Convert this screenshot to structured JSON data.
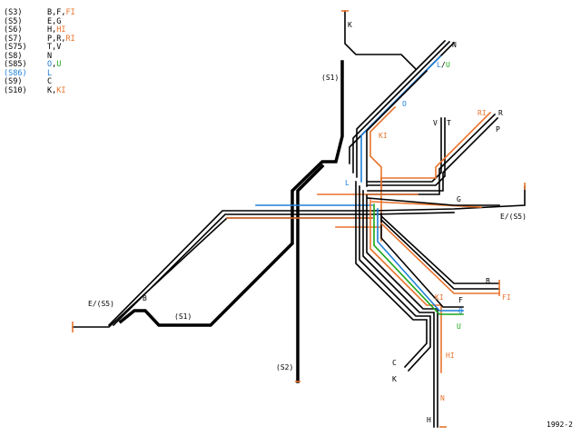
{
  "colors": {
    "black": "#000000",
    "orange": "#e8742d",
    "blue": "#1e7fd7",
    "green": "#19a619"
  },
  "legend": [
    {
      "line": "(S3)",
      "parts": [
        {
          "t": "B",
          "c": "black"
        },
        {
          "t": ",",
          "c": "black"
        },
        {
          "t": "F",
          "c": "black"
        },
        {
          "t": ",",
          "c": "black"
        },
        {
          "t": "FI",
          "c": "orange"
        }
      ]
    },
    {
      "line": "(S5)",
      "parts": [
        {
          "t": "E",
          "c": "black"
        },
        {
          "t": ",",
          "c": "black"
        },
        {
          "t": "G",
          "c": "black"
        }
      ]
    },
    {
      "line": "(S6)",
      "parts": [
        {
          "t": "H",
          "c": "black"
        },
        {
          "t": ",",
          "c": "black"
        },
        {
          "t": "HI",
          "c": "orange"
        }
      ]
    },
    {
      "line": "(S7)",
      "parts": [
        {
          "t": "P",
          "c": "black"
        },
        {
          "t": ",",
          "c": "black"
        },
        {
          "t": "R",
          "c": "black"
        },
        {
          "t": ",",
          "c": "black"
        },
        {
          "t": "RI",
          "c": "orange"
        }
      ]
    },
    {
      "line": "(S75)",
      "parts": [
        {
          "t": "T",
          "c": "black"
        },
        {
          "t": ",",
          "c": "black"
        },
        {
          "t": "V",
          "c": "black"
        }
      ]
    },
    {
      "line": "(S8)",
      "parts": [
        {
          "t": "N",
          "c": "black"
        }
      ]
    },
    {
      "line": "(S85)",
      "parts": [
        {
          "t": "O",
          "c": "blue"
        },
        {
          "t": ",",
          "c": "black"
        },
        {
          "t": "U",
          "c": "green"
        }
      ]
    },
    {
      "line": "(S86)",
      "lineColor": "blue",
      "parts": [
        {
          "t": "L",
          "c": "blue"
        }
      ]
    },
    {
      "line": "(S9)",
      "parts": [
        {
          "t": "C",
          "c": "black"
        }
      ]
    },
    {
      "line": "(S10)",
      "parts": [
        {
          "t": "K",
          "c": "black"
        },
        {
          "t": ",",
          "c": "black"
        },
        {
          "t": "KI",
          "c": "orange"
        }
      ]
    }
  ],
  "labels": {
    "K_top": "K",
    "N_top": "N",
    "LU": "L",
    "LU_slash": "/",
    "LU_U": "U",
    "S1_top": "(S1)",
    "O_mid": "O",
    "V": "V",
    "T": "T",
    "RI": "RI",
    "R": "R",
    "P": "P",
    "KI_top": "KI",
    "L_mid": "L",
    "G": "G",
    "E_S5_right": "E/(S5)",
    "B_right": "B",
    "F": "F",
    "FI": "FI",
    "KI_bottom": "KI",
    "O_bottom": "O",
    "U_bottom": "U",
    "E_S5_left": "E/(S5)",
    "B_left": "B",
    "S1_bottom": "(S1)",
    "C": "C",
    "K_bottom": "K",
    "HI": "HI",
    "S2": "(S2)",
    "N_bottom": "N",
    "H": "H",
    "version": "1992-2"
  }
}
